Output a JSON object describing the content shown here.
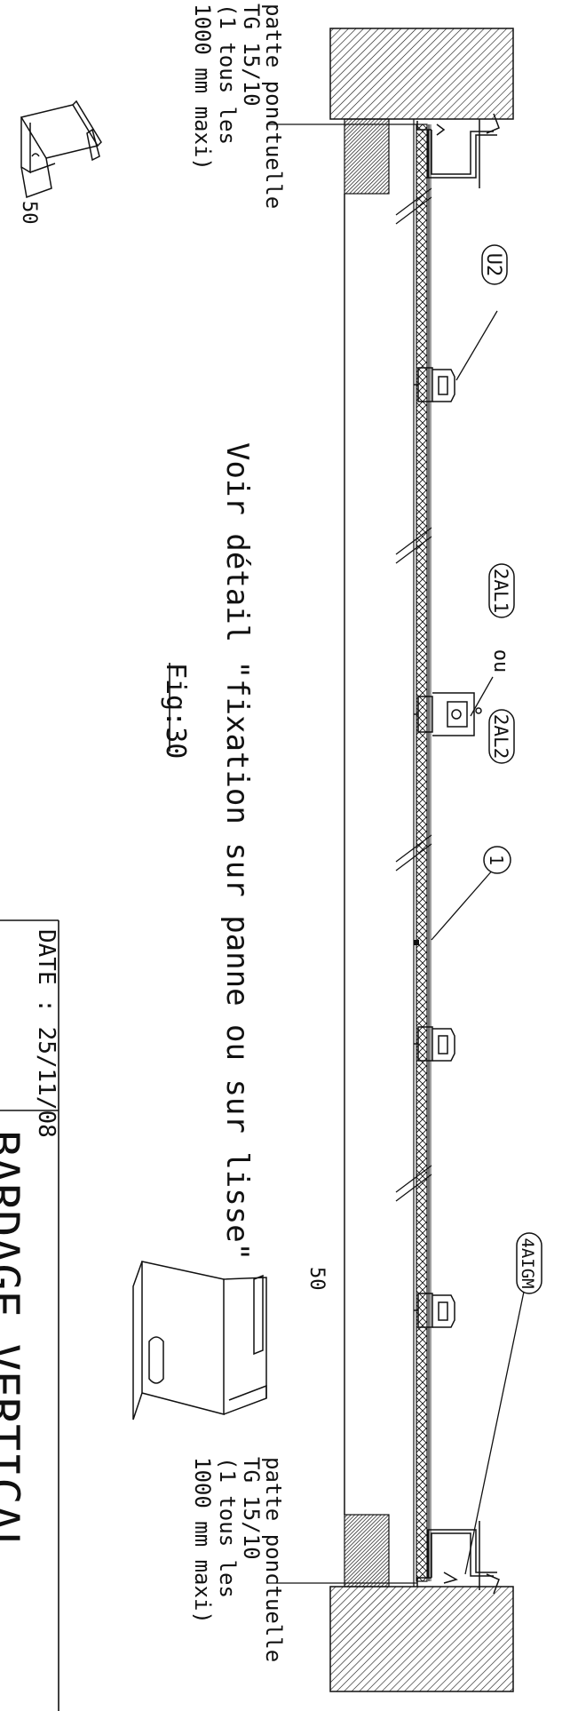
{
  "annotations": {
    "top_bracket_lines": [
      "patte ponctuelle",
      "TG 15/10",
      "(1 tous les",
      "1000 mm maxi)"
    ],
    "bottom_bracket_lines": [
      "patte ponctuelle",
      "TG 15/10",
      "(1 tous les",
      "1000 mm maxi)"
    ],
    "top_bracket_dim": "50",
    "bottom_bracket_dim": "50",
    "main_note": "Voir détail \"fixation sur panne ou sur lisse\"",
    "figure_ref": "Fig:30",
    "connector": "ou"
  },
  "tags": {
    "u2": "U2",
    "alu1": "2AL1",
    "alu2": "2AL2",
    "panel": "1",
    "gasket": "4AIGM"
  },
  "title_block": {
    "date": "DATE : 25/11/08",
    "title": "BARDAGE VERTICAL"
  },
  "colors": {
    "ink": "#111111",
    "paper": "#ffffff",
    "hatch_fill": "#555555"
  }
}
